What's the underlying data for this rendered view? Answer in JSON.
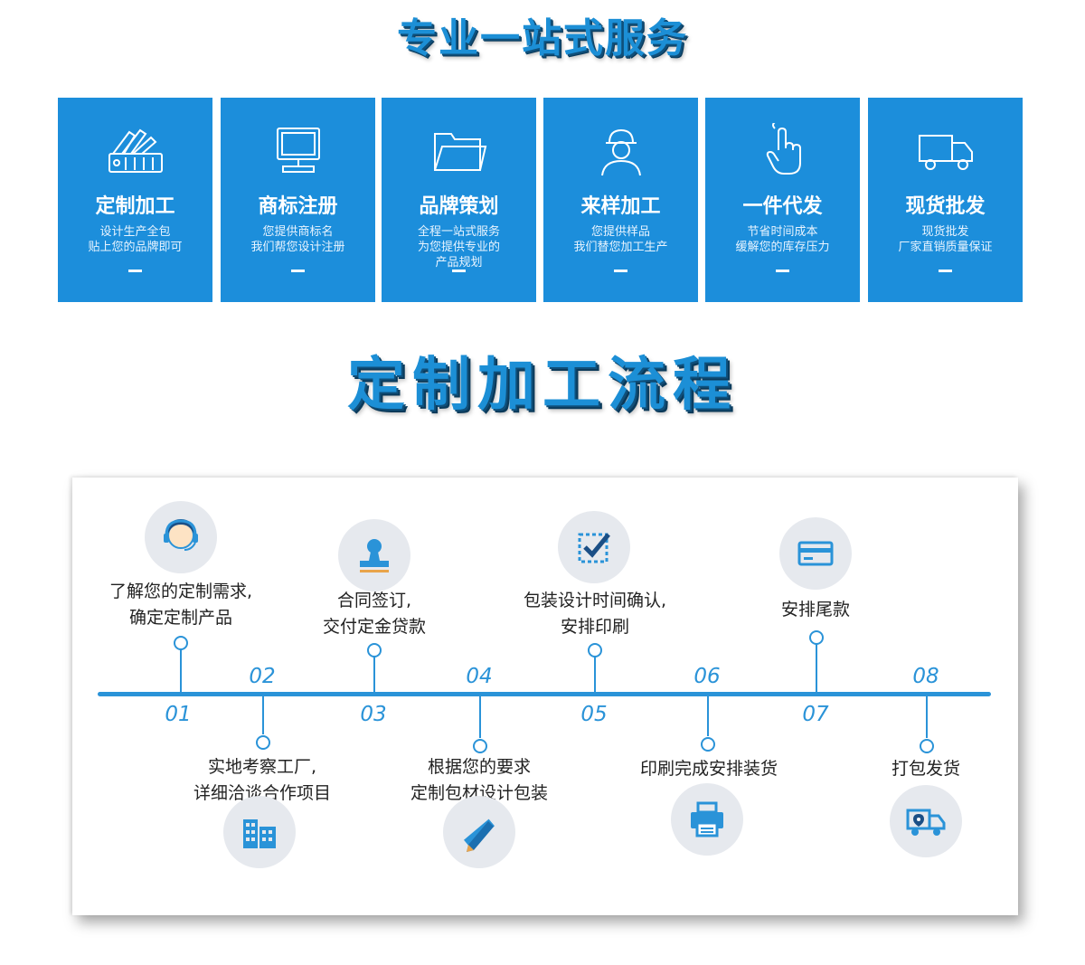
{
  "title_service": "专业一站式服务",
  "services": [
    {
      "icon": "color-swatch-icon",
      "title": "定制加工",
      "desc": "设计生产全包\n贴上您的品牌即可",
      "dash": "—"
    },
    {
      "icon": "monitor-icon",
      "title": "商标注册",
      "desc": "您提供商标名\n我们帮您设计注册",
      "dash": "—"
    },
    {
      "icon": "folder-icon",
      "title": "品牌策划",
      "desc": "全程一站式服务\n为您提供专业的\n产品规划",
      "dash": "—"
    },
    {
      "icon": "worker-icon",
      "title": "来样加工",
      "desc": "您提供样品\n我们替您加工生产",
      "dash": "—"
    },
    {
      "icon": "hand-pointer-icon",
      "title": "一件代发",
      "desc": "节省时间成本\n缓解您的库存压力",
      "dash": "—"
    },
    {
      "icon": "truck-icon",
      "title": "现货批发",
      "desc": "现货批发\n厂家直销质量保证",
      "dash": "—"
    }
  ],
  "title_process": "定制加工流程",
  "steps": [
    {
      "num": "01",
      "text": "了解您的定制需求,\n确定定制产品",
      "icon": "customer-service-icon"
    },
    {
      "num": "02",
      "text": "实地考察工厂,\n详细洽谈合作项目",
      "icon": "building-icon"
    },
    {
      "num": "03",
      "text": "合同签订,\n交付定金贷款",
      "icon": "stamp-icon"
    },
    {
      "num": "04",
      "text": "根据您的要求\n定制包材设计包装",
      "icon": "pencil-ruler-icon"
    },
    {
      "num": "05",
      "text": "包装设计时间确认,\n安排印刷",
      "icon": "checkbox-icon"
    },
    {
      "num": "06",
      "text": "印刷完成安排装货",
      "icon": "printer-icon"
    },
    {
      "num": "07",
      "text": "安排尾款",
      "icon": "credit-card-icon"
    },
    {
      "num": "08",
      "text": "打包发货",
      "icon": "delivery-truck-icon"
    }
  ],
  "colors": {
    "accent": "#1c8edb",
    "line": "#2a93d8",
    "circle": "#e6e9ee"
  }
}
